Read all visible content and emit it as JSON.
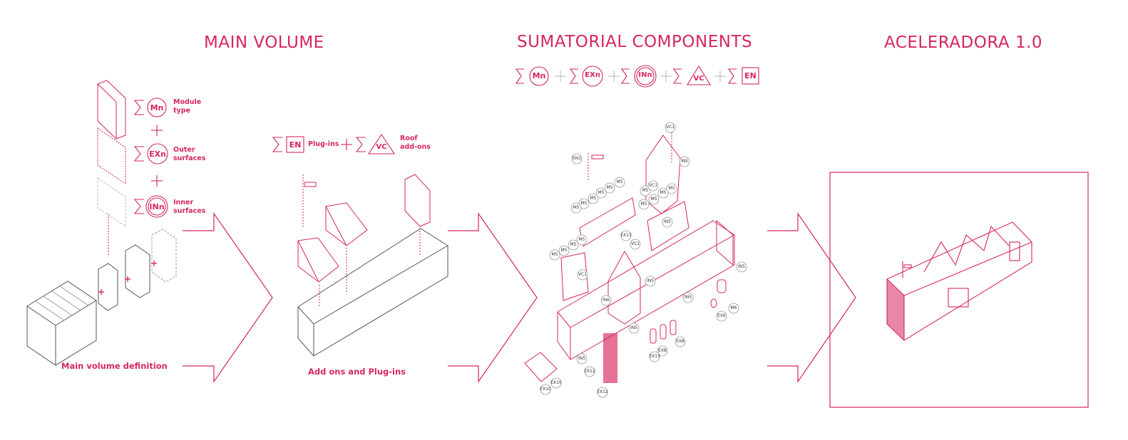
{
  "colors": {
    "accent": "#d6275c",
    "line": "#555555",
    "light": "#bbbbbb"
  },
  "titles": {
    "main_volume": "MAIN VOLUME",
    "sumatorial": "SUMATORIAL COMPONENTS",
    "aceleradora": "ACELERADORA 1.0"
  },
  "formula": {
    "symbols": [
      "Mn",
      "EXn",
      "INn",
      "VC",
      "EN"
    ]
  },
  "main_volume": {
    "legend": [
      {
        "symbol": "Mn",
        "line1": "Module",
        "line2": "type"
      },
      {
        "symbol": "EXn",
        "line1": "Outer",
        "line2": "surfaces"
      },
      {
        "symbol": "INn",
        "line1": "Inner",
        "line2": "surfaces"
      }
    ],
    "caption": "Main volume definition"
  },
  "addons": {
    "en_symbol": "EN",
    "en_label": "Plug-ins",
    "vc_symbol": "VC",
    "vc_line1": "Roof",
    "vc_line2": "add-ons",
    "caption": "Add ons and Plug-ins"
  },
  "components": {
    "tags": [
      "M5",
      "M5",
      "M5",
      "M5",
      "M5",
      "M5",
      "M5",
      "M5",
      "M5",
      "M5",
      "M5",
      "M5",
      "M5",
      "M5",
      "M5",
      "EX13",
      "VC1",
      "VC1",
      "VC1",
      "VC1",
      "EN1",
      "IN5",
      "IN5",
      "IN5",
      "IN5",
      "IN5",
      "IN5",
      "IN5",
      "IN6",
      "EX6",
      "M6",
      "EX8",
      "EX8",
      "EX13",
      "EX12",
      "EX12",
      "EX10",
      "EX10"
    ]
  }
}
